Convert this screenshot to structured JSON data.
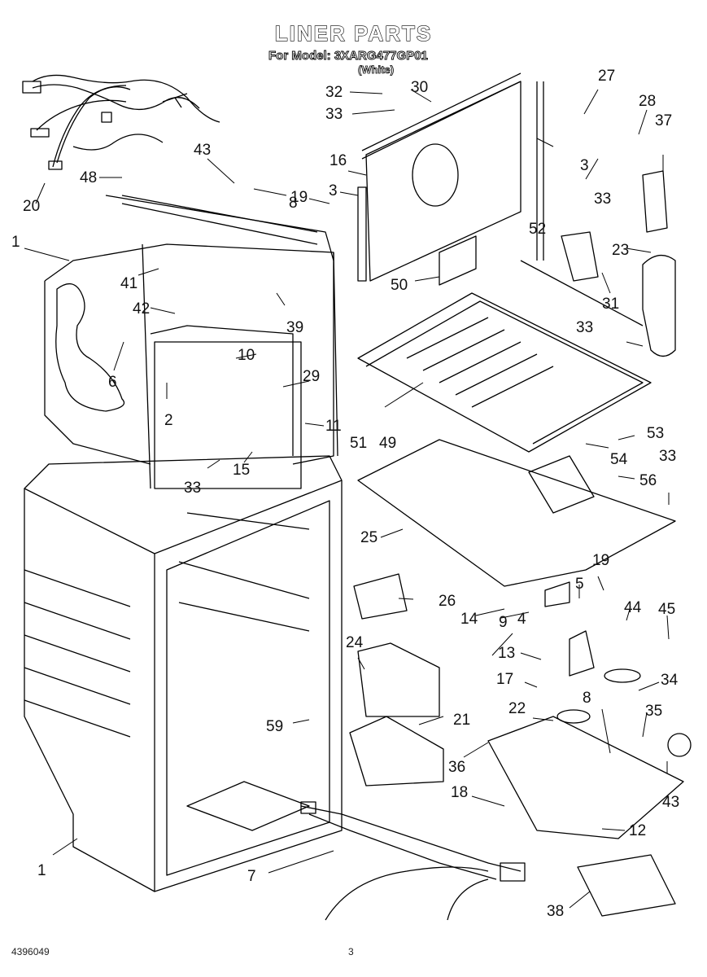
{
  "header": {
    "title": "LINER PARTS",
    "model_line": "For Model: 3XARG477GP01",
    "color_note": "(White)"
  },
  "footer": {
    "document_number": "4396049",
    "page_number": "3"
  },
  "callouts": [
    {
      "label": "20"
    },
    {
      "label": "48"
    },
    {
      "label": "43"
    },
    {
      "label": "8"
    },
    {
      "label": "19"
    },
    {
      "label": "3"
    },
    {
      "label": "16"
    },
    {
      "label": "32"
    },
    {
      "label": "33"
    },
    {
      "label": "30"
    },
    {
      "label": "27"
    },
    {
      "label": "28"
    },
    {
      "label": "37"
    },
    {
      "label": "3"
    },
    {
      "label": "33"
    },
    {
      "label": "1"
    },
    {
      "label": "41"
    },
    {
      "label": "42"
    },
    {
      "label": "39"
    },
    {
      "label": "6"
    },
    {
      "label": "10"
    },
    {
      "label": "29"
    },
    {
      "label": "2"
    },
    {
      "label": "11"
    },
    {
      "label": "15"
    },
    {
      "label": "33"
    },
    {
      "label": "52"
    },
    {
      "label": "23"
    },
    {
      "label": "50"
    },
    {
      "label": "31"
    },
    {
      "label": "33"
    },
    {
      "label": "51"
    },
    {
      "label": "49"
    },
    {
      "label": "53"
    },
    {
      "label": "54"
    },
    {
      "label": "56"
    },
    {
      "label": "33"
    },
    {
      "label": "25"
    },
    {
      "label": "26"
    },
    {
      "label": "19"
    },
    {
      "label": "5"
    },
    {
      "label": "14"
    },
    {
      "label": "4"
    },
    {
      "label": "9"
    },
    {
      "label": "44"
    },
    {
      "label": "45"
    },
    {
      "label": "24"
    },
    {
      "label": "13"
    },
    {
      "label": "17"
    },
    {
      "label": "34"
    },
    {
      "label": "22"
    },
    {
      "label": "8"
    },
    {
      "label": "35"
    },
    {
      "label": "21"
    },
    {
      "label": "59"
    },
    {
      "label": "36"
    },
    {
      "label": "43"
    },
    {
      "label": "18"
    },
    {
      "label": "12"
    },
    {
      "label": "1"
    },
    {
      "label": "7"
    },
    {
      "label": "38"
    }
  ]
}
